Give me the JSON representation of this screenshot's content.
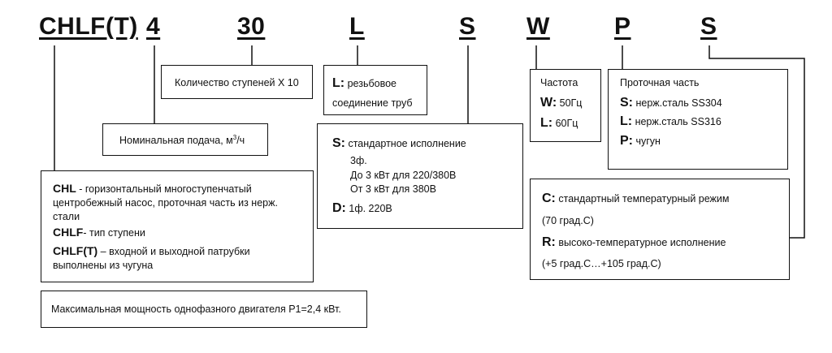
{
  "code": {
    "series": "CHLF(T)",
    "flow": "4",
    "stages": "30",
    "connection": "L",
    "design": "S",
    "frequency": "W",
    "material": "P",
    "temperature": "S"
  },
  "boxes": {
    "stages": {
      "text": "Количество ступеней Х 10"
    },
    "flow": {
      "text_prefix": "Номинальная подача, м",
      "text_sup": "3",
      "text_suffix": "/ч"
    },
    "connection": {
      "key": "L:",
      "line1": " резьбовое",
      "line2": "соединение труб"
    },
    "design": {
      "s_key": "S:",
      "s_text": " стандартное исполнение",
      "line_3ph": "3ф.",
      "line_up_to": "До 3 кВт для 220/380В",
      "line_from": "От 3 кВт для 380В",
      "d_key": "D:",
      "d_text": " 1ф. 220В"
    },
    "frequency": {
      "title": "Частота",
      "w_key": "W:",
      "w_text": " 50Гц",
      "l_key": "L:",
      "l_text": " 60Гц"
    },
    "material": {
      "title": "Проточная часть",
      "s_key": "S:",
      "s_text": " нерж.сталь SS304",
      "l_key": "L:",
      "l_text": " нерж.сталь SS316",
      "p_key": "P:",
      "p_text": " чугун"
    },
    "series": {
      "chl_key": "CHL",
      "chl_text": " - горизонтальный многоступенчатый",
      "chl_line2": "центробежный насос, проточная часть из нерж.",
      "chl_line3": "стали",
      "chlf_key": "CHLF",
      "chlf_text": "- тип ступени",
      "chlft_key": "CHLF(T)",
      "chlft_text": " – входной и выходной патрубки",
      "chlft_line2": "выполнены из чугуна"
    },
    "temperature": {
      "c_key": "C:",
      "c_text": " стандартный температурный режим",
      "c_line2": "(70 град.С)",
      "r_key": "R:",
      "r_text": " высоко-температурное исполнение",
      "r_line2": "(+5 град.С…+105 град.С)"
    },
    "power": {
      "text": "Максимальная мощность однофазного двигателя Р1=2,4 кВт."
    }
  }
}
